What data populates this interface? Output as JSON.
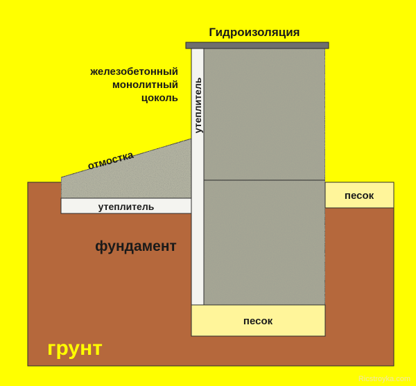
{
  "labels": {
    "waterproofing": "Гидроизоляция",
    "plinth_line1": "железобетонный",
    "plinth_line2": "монолитный",
    "plinth_line3": "цоколь",
    "blind_area": "отмостка",
    "insulation_vertical": "утеплитель",
    "insulation_horizontal": "утеплитель",
    "sand_right": "песок",
    "sand_bottom": "песок",
    "foundation": "фундамент",
    "soil": "грунт",
    "watermark": "Ricstroyka.com"
  },
  "colors": {
    "background": "#ffff00",
    "soil": "#b5683c",
    "concrete": "#9c9c8a",
    "insulation": "#f4f4f0",
    "sand": "#fff59a",
    "waterproofing": "#6e6e6e",
    "outline": "#2b2b2b",
    "soil_text": "#ffff00"
  }
}
